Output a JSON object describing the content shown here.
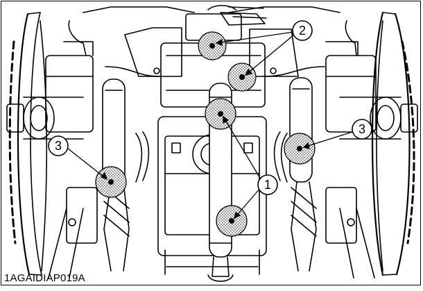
{
  "figure": {
    "code": "1AGAIDIAP019A"
  },
  "callouts": [
    {
      "id": "callout-1",
      "label": "1"
    },
    {
      "id": "callout-2",
      "label": "2"
    },
    {
      "id": "callout-3-left",
      "label": "3"
    },
    {
      "id": "callout-3-right",
      "label": "3"
    }
  ],
  "colors": {
    "line": "#000000",
    "background": "#ffffff",
    "highlight_fill": "#bdbdbd"
  }
}
